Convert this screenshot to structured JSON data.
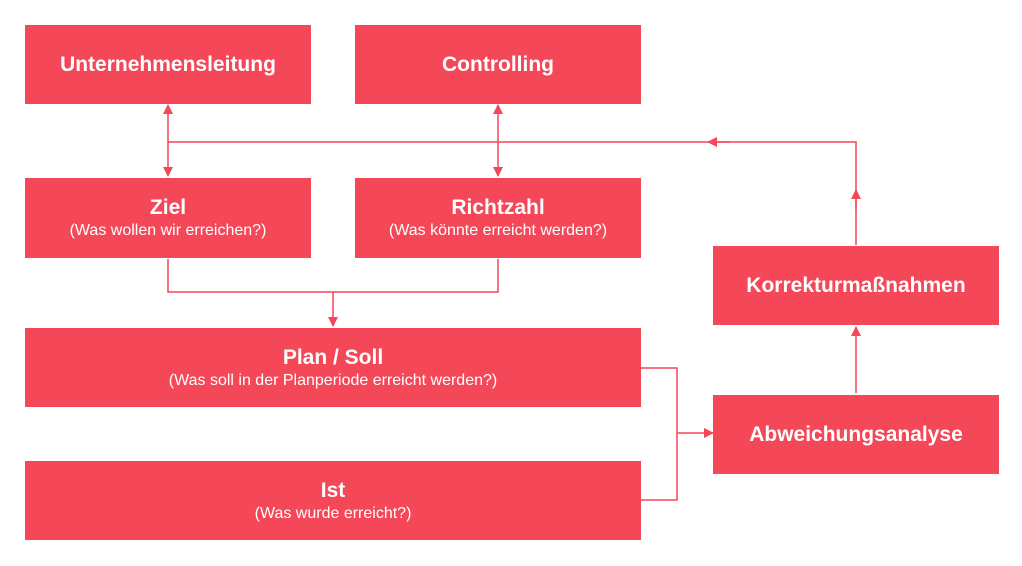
{
  "colors": {
    "box": "#f44758",
    "line": "#f44758",
    "text": "#ffffff",
    "background": "#ffffff"
  },
  "nodes": {
    "unternehmensleitung": {
      "title": "Unternehmensleitung"
    },
    "controlling": {
      "title": "Controlling"
    },
    "ziel": {
      "title": "Ziel",
      "subtitle": "(Was wollen wir erreichen?)"
    },
    "richtzahl": {
      "title": "Richtzahl",
      "subtitle": "(Was könnte erreicht werden?)"
    },
    "plan_soll": {
      "title": "Plan / Soll",
      "subtitle": "(Was soll in der Planperiode erreicht werden?)"
    },
    "ist": {
      "title": "Ist",
      "subtitle": "(Was wurde erreicht?)"
    },
    "abweichungsanalyse": {
      "title": "Abweichungsanalyse"
    },
    "korrekturmassnahmen": {
      "title": "Korrekturmaßnahmen"
    }
  },
  "edges": [
    {
      "from": "unternehmensleitung",
      "to": "ziel",
      "direction": "both"
    },
    {
      "from": "controlling",
      "to": "richtzahl",
      "direction": "both"
    },
    {
      "from": "ziel",
      "to": "plan_soll",
      "direction": "forward"
    },
    {
      "from": "richtzahl",
      "to": "plan_soll",
      "direction": "forward"
    },
    {
      "from": "plan_soll",
      "to": "abweichungsanalyse",
      "direction": "forward"
    },
    {
      "from": "ist",
      "to": "abweichungsanalyse",
      "direction": "forward"
    },
    {
      "from": "abweichungsanalyse",
      "to": "korrekturmassnahmen",
      "direction": "forward"
    },
    {
      "from": "korrekturmassnahmen",
      "to": "unternehmensleitung",
      "direction": "forward"
    },
    {
      "from": "korrekturmassnahmen",
      "to": "controlling",
      "direction": "forward"
    }
  ]
}
